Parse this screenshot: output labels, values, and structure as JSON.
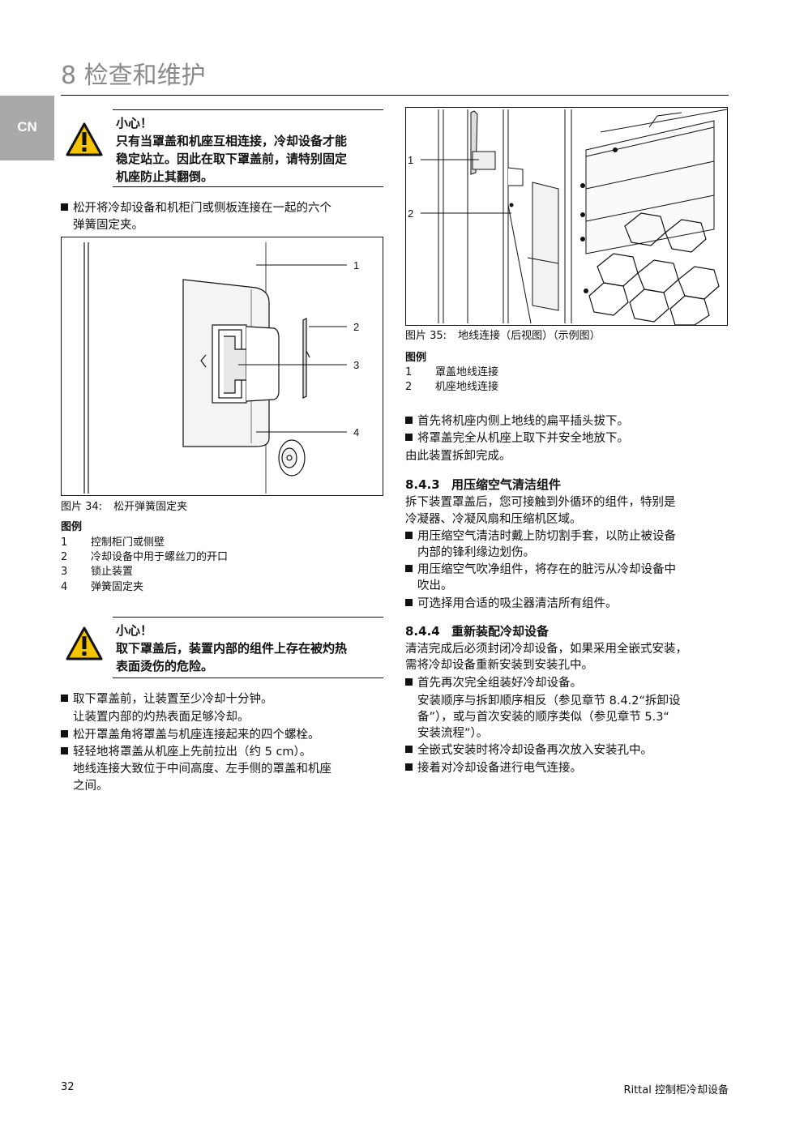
{
  "header": {
    "chapter_title": "8 检查和维护",
    "language_tab": "CN"
  },
  "left": {
    "caution1": {
      "heading": "小心！",
      "lines": [
        "只有当罩盖和机座互相连接，冷却设备才能",
        "稳定站立。因此在取下罩盖前，请特别固定",
        "机座防止其翻倒。"
      ]
    },
    "step1_lines": [
      "松开将冷却设备和机柜门或侧板连接在一起的六个",
      "弹簧固定夹。"
    ],
    "figure34": {
      "callouts": [
        "1",
        "2",
        "3",
        "4"
      ],
      "caption_label": "图片 34:",
      "caption_text": "松开弹簧固定夹",
      "legend_heading": "图例",
      "legend": [
        {
          "num": "1",
          "text": "控制柜门或侧壁"
        },
        {
          "num": "2",
          "text": "冷却设备中用于螺丝刀的开口"
        },
        {
          "num": "3",
          "text": "锁止装置"
        },
        {
          "num": "4",
          "text": "弹簧固定夹"
        }
      ]
    },
    "caution2": {
      "heading": "小心！",
      "lines": [
        "取下罩盖后，装置内部的组件上存在被灼热",
        "表面烫伤的危险。"
      ]
    },
    "steps": [
      {
        "bullet": true,
        "text": "取下罩盖前，让装置至少冷却十分钟。"
      },
      {
        "bullet": false,
        "text": "让装置内部的灼热表面足够冷却。"
      },
      {
        "bullet": true,
        "text": "松开罩盖角将罩盖与机座连接起来的四个螺栓。"
      },
      {
        "bullet": true,
        "text": "轻轻地将罩盖从机座上先前拉出（约 5 cm）。"
      },
      {
        "bullet": false,
        "text": "地线连接大致位于中间高度、左手侧的罩盖和机座"
      },
      {
        "bullet": false,
        "text": "之间。"
      }
    ]
  },
  "right": {
    "figure35": {
      "callouts": [
        "1",
        "2"
      ],
      "caption_label": "图片 35:",
      "caption_text": "地线连接（后视图）（示例图）",
      "legend_heading": "图例",
      "legend": [
        {
          "num": "1",
          "text": "罩盖地线连接"
        },
        {
          "num": "2",
          "text": "机座地线连接"
        }
      ]
    },
    "steps_a": [
      {
        "bullet": true,
        "text": "首先将机座内侧上地线的扁平插头拔下。"
      },
      {
        "bullet": true,
        "text": "将罩盖完全从机座上取下并安全地放下。"
      },
      {
        "bullet": false,
        "text": "由此装置拆卸完成。"
      }
    ],
    "section_843": {
      "num": "8.4.3",
      "title": "用压缩空气清洁组件",
      "intro": [
        "拆下装置罩盖后，您可接触到外循环的组件，特别是",
        "冷凝器、冷凝风扇和压缩机区域。"
      ],
      "steps": [
        {
          "bullet": true,
          "text": "用压缩空气清洁时戴上防切割手套，以防止被设备"
        },
        {
          "bullet": false,
          "text": "内部的锋利缘边划伤。"
        },
        {
          "bullet": true,
          "text": "用压缩空气吹净组件，将存在的脏污从冷却设备中"
        },
        {
          "bullet": false,
          "text": "吹出。"
        },
        {
          "bullet": true,
          "text": "可选择用合适的吸尘器清洁所有组件。"
        }
      ]
    },
    "section_844": {
      "num": "8.4.4",
      "title": "重新装配冷却设备",
      "intro": [
        "清洁完成后必须封闭冷却设备，如果采用全嵌式安装，",
        "需将冷却设备重新安装到安装孔中。"
      ],
      "steps": [
        {
          "bullet": true,
          "text": "首先再次完全组装好冷却设备。"
        },
        {
          "bullet": false,
          "text": "安装顺序与拆卸顺序相反（参见章节 8.4.2“拆卸设"
        },
        {
          "bullet": false,
          "text": "备”），或与首次安装的顺序类似（参见章节 5.3“"
        },
        {
          "bullet": false,
          "text": "安装流程”）。"
        },
        {
          "bullet": true,
          "text": "全嵌式安装时将冷却设备再次放入安装孔中。"
        },
        {
          "bullet": true,
          "text": "接着对冷却设备进行电气连接。"
        }
      ]
    }
  },
  "footer": {
    "page_number": "32",
    "brand": "Rittal 控制柜冷却设备"
  },
  "colors": {
    "warning_yellow": "#f5c400",
    "tab_gray": "#a9a9a9",
    "title_gray": "#8a8a8a"
  }
}
